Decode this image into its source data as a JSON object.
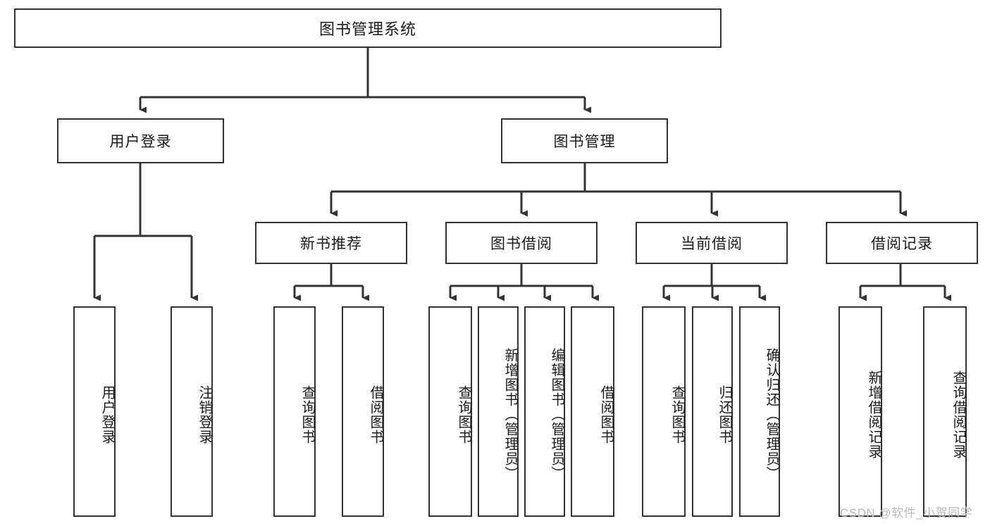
{
  "diagram": {
    "title": "图书管理系统",
    "type": "tree-hierarchy",
    "root": {
      "label": "图书管理系统",
      "children": [
        {
          "label": "用户登录",
          "children": [
            {
              "label": "用户登录"
            },
            {
              "label": "注销登录"
            }
          ]
        },
        {
          "label": "图书管理",
          "children": [
            {
              "label": "新书推荐",
              "children": [
                {
                  "label": "查询图书"
                },
                {
                  "label": "借阅图书"
                }
              ]
            },
            {
              "label": "图书借阅",
              "children": [
                {
                  "label": "查询图书"
                },
                {
                  "label": "新增图书（管理员）"
                },
                {
                  "label": "编辑图书（管理员）"
                },
                {
                  "label": "借阅图书"
                }
              ]
            },
            {
              "label": "当前借阅",
              "children": [
                {
                  "label": "查询图书"
                },
                {
                  "label": "归还图书"
                },
                {
                  "label": "确认归还（管理员）"
                }
              ]
            },
            {
              "label": "借阅记录",
              "children": [
                {
                  "label": "新增借阅记录"
                },
                {
                  "label": "查询借阅记录"
                }
              ]
            }
          ]
        }
      ]
    }
  },
  "nodes": {
    "root": "图书管理系统",
    "user_login": "用户登录",
    "book_manage": "图书管理",
    "new_book_rec": "新书推荐",
    "book_borrow": "图书借阅",
    "current_borrow": "当前借阅",
    "borrow_record": "借阅记录",
    "leaf_user_login": "用户登录",
    "leaf_user_logout": "注销登录",
    "leaf_query_book_1": "查询图书",
    "leaf_borrow_book_1": "借阅图书",
    "leaf_query_book_2": "查询图书",
    "leaf_add_book": "新增图书（管理员）",
    "leaf_edit_book": "编辑图书（管理员）",
    "leaf_borrow_book_2": "借阅图书",
    "leaf_query_book_3": "查询图书",
    "leaf_return_book": "归还图书",
    "leaf_confirm_return": "确认归还（管理员）",
    "leaf_add_record": "新增借阅记录",
    "leaf_query_record": "查询借阅记录"
  },
  "watermark": {
    "text": "CSDN @软件_小贺同学"
  },
  "colors": {
    "border": "#333333",
    "background": "#ffffff",
    "text": "#1a1a1a",
    "connector": "#333333",
    "watermark": "#b9b9b9"
  }
}
